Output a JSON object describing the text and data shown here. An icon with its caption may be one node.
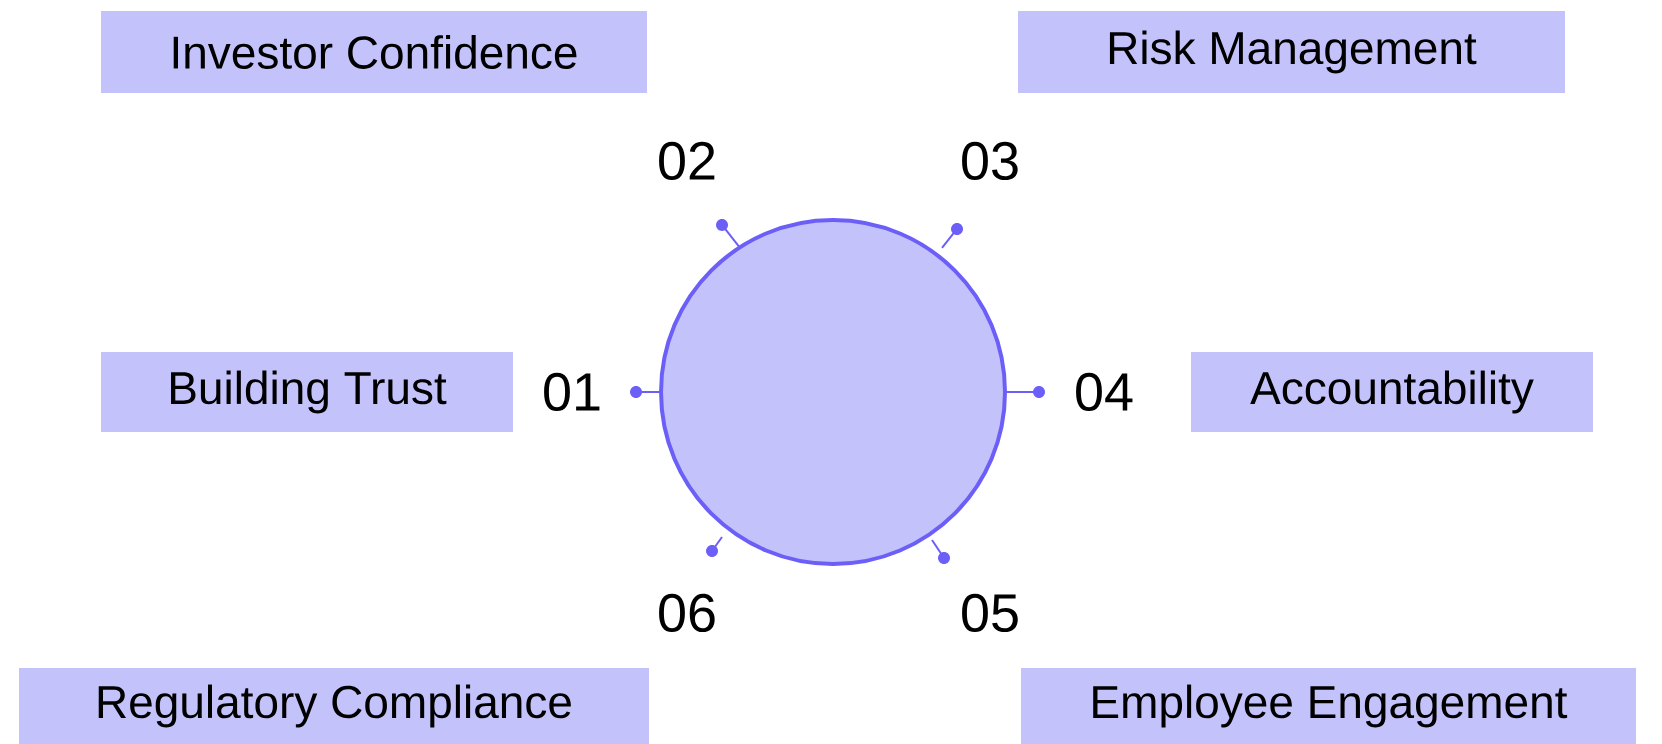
{
  "diagram": {
    "nodes": [
      {
        "text": [
          "Investor Confidence"
        ]
      },
      {
        "text": [
          "Risk Management"
        ]
      },
      {
        "text": [
          "Building Trust"
        ]
      },
      {
        "text": [
          "Accountability"
        ]
      },
      {
        "text": [
          "Regulatory Compliance"
        ]
      },
      {
        "text": [
          "Employee Engagement"
        ]
      },
      {
        "text": [],
        "shape": "circle"
      }
    ],
    "labels": [
      "02",
      "03",
      "01",
      "04",
      "06",
      "05"
    ]
  }
}
